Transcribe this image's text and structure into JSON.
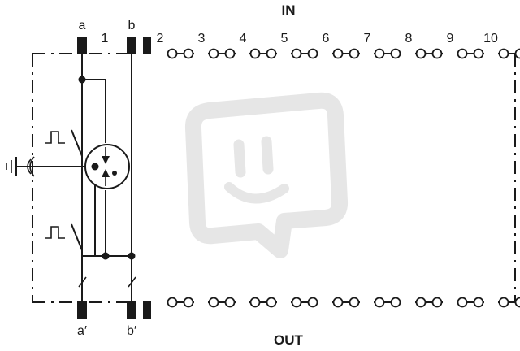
{
  "labels": {
    "in": "IN",
    "out": "OUT",
    "terminal_a": "a",
    "terminal_b": "b",
    "terminal_a_prime": "a′",
    "terminal_b_prime": "b′"
  },
  "channel_numbers": [
    "1",
    "2",
    "3",
    "4",
    "5",
    "6",
    "7",
    "8",
    "9",
    "10"
  ],
  "icons": {
    "ground": "earth-ground-icon",
    "discharge_tube": "gas-discharge-tube-icon",
    "watermark": "plug-logo-watermark"
  },
  "colors": {
    "line": "#1a1a1a",
    "watermark": "#e6e6e6",
    "background": "#ffffff"
  }
}
